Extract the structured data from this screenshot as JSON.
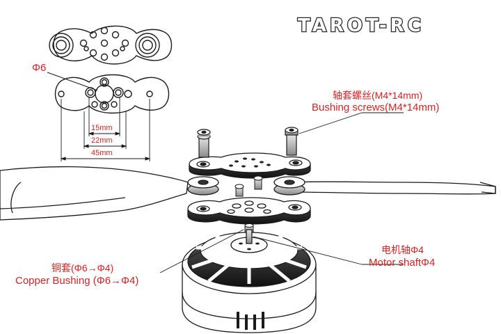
{
  "brand": {
    "logo": "TAROT-RC"
  },
  "dimensions": {
    "hole_diameter": "Φ6",
    "d1": "15mm",
    "d2": "22mm",
    "d3": "45mm"
  },
  "callouts": {
    "screws_cn": "轴套螺丝(M4*14mm)",
    "screws_en": "Bushing screws(M4*14mm)",
    "shaft_cn": "电机轴Φ4",
    "shaft_en": "Motor shaftΦ4",
    "bushing_cn": "铜套(Φ6→Φ4)",
    "bushing_en": "Copper Bushing (Φ6→Φ4)"
  },
  "colors": {
    "label_red": "#d42222",
    "line": "#1a1a1a",
    "logo_fill": "#2a2a2a"
  }
}
